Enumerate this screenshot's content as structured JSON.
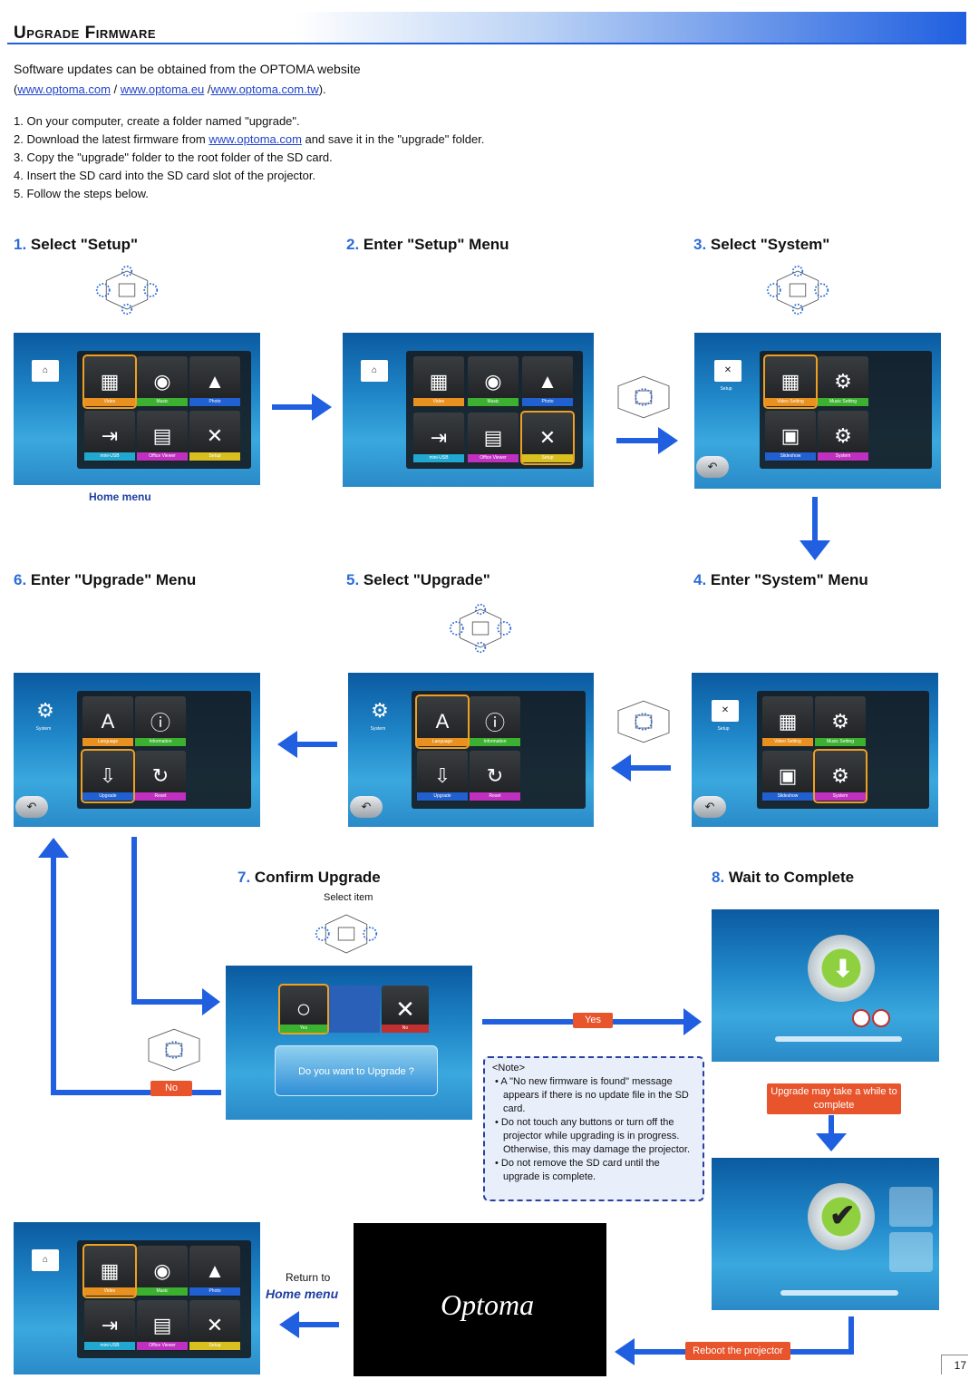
{
  "header": {
    "title": "Upgrade Firmware"
  },
  "intro": {
    "line1": "Software updates can be obtained from the OPTOMA website",
    "open_paren": "(",
    "link1": "www.optoma.com",
    "sep1": " / ",
    "link2": "www.optoma.eu",
    "sep2": " /",
    "link3": "www.optoma.com.tw",
    "close": ")."
  },
  "steps_list": [
    "1.  On your computer, create a folder named \"upgrade\".",
    "2.  Download the latest firmware from",
    "3.  Copy the \"upgrade\" folder to the root folder of the SD card.",
    "4.  Insert the SD card into the SD card slot of the projector.",
    "5.  Follow the steps below."
  ],
  "step2_link": "www.optoma.com",
  "step2_tail": " and save it in the \"upgrade\" folder.",
  "titles": {
    "s1n": "1.",
    "s1": "Select \"Setup\"",
    "s2n": "2.",
    "s2": "Enter \"Setup\" Menu",
    "s3n": "3.",
    "s3": "Select \"System\"",
    "s4n": "4.",
    "s4": "Enter \"System\" Menu",
    "s5n": "5.",
    "s5": "Select \"Upgrade\"",
    "s6n": "6.",
    "s6": "Enter \"Upgrade\" Menu",
    "s7n": "7.",
    "s7": "Confirm Upgrade",
    "s8n": "8.",
    "s8": "Wait to Complete"
  },
  "home_menu_label": "Home menu",
  "home_tiles": [
    "Video",
    "Music",
    "Photo",
    "mini-USB",
    "Office Viewer",
    "Setup"
  ],
  "setup_tiles": [
    "Setup",
    "Video Setting",
    "Music Setting",
    "Slideshow",
    "System"
  ],
  "system_tiles": [
    "System",
    "Language",
    "Information",
    "Upgrade",
    "Reset"
  ],
  "confirm": {
    "select_item": "Select item",
    "yes": "Yes",
    "no": "No",
    "question": "Do you want to Upgrade ?"
  },
  "flow": {
    "yes": "Yes",
    "no": "No",
    "upgrade_wait": "Upgrade may take a while to complete",
    "reboot": "Reboot the projector",
    "return_to": "Return to",
    "home_menu": "Home menu"
  },
  "note": {
    "title": "<Note>",
    "items": [
      "A \"No new firmware is found\" message appears if there is no update file in the SD card.",
      "Do not touch any buttons or turn off the projector while upgrading is in progress. Otherwise, this may damage the projector.",
      "Do not remove the SD card until the upgrade is complete."
    ]
  },
  "brand": "Optoma",
  "page_number": "17",
  "colors": {
    "accent": "#1f5fe0",
    "step_num": "#2b6cd9",
    "pill": "#e8542c"
  }
}
